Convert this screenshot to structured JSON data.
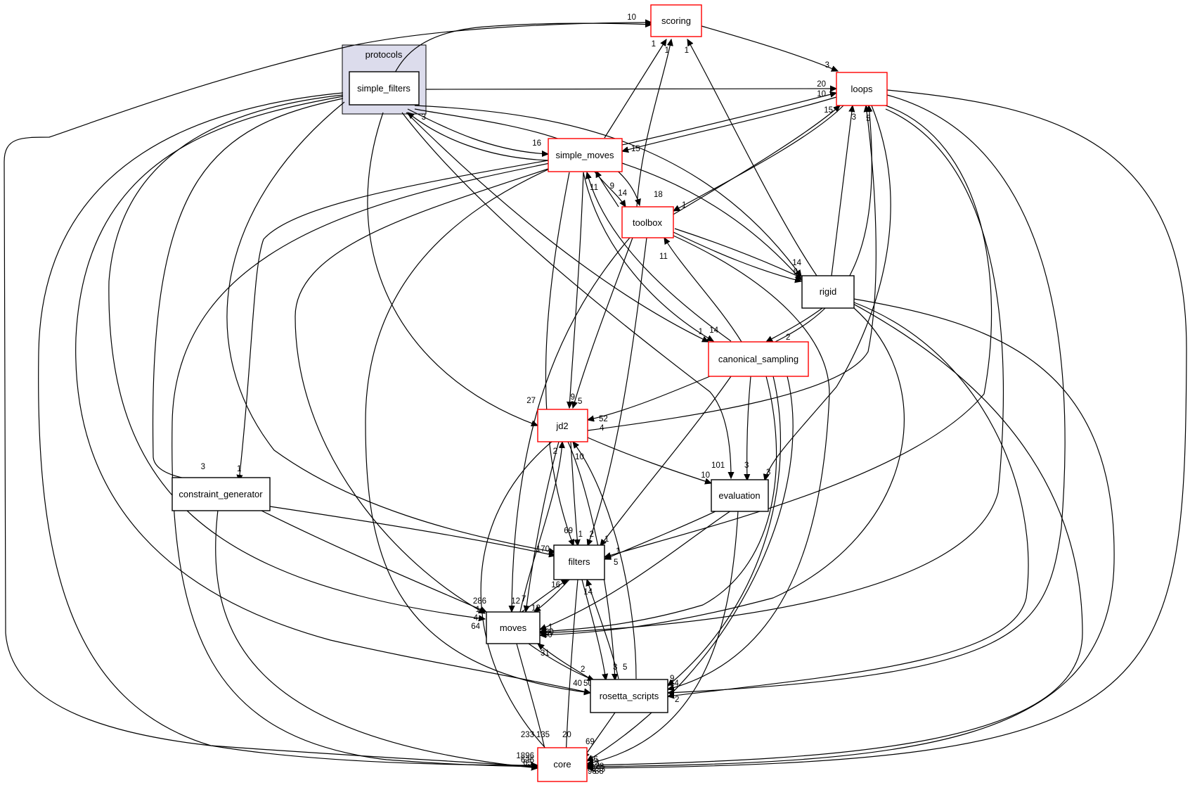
{
  "cluster": {
    "label": "protocols",
    "fill": "#dcdcec",
    "stroke": "#000000"
  },
  "colors": {
    "red_border": "#ff0000",
    "black_border": "#000000",
    "highlight_fill": "#eeeeff"
  },
  "nodes": [
    {
      "id": "simple_filters",
      "label": "simple_filters",
      "border": "black",
      "fill": "highlight"
    },
    {
      "id": "scoring",
      "label": "scoring",
      "border": "red"
    },
    {
      "id": "loops",
      "label": "loops",
      "border": "red"
    },
    {
      "id": "simple_moves",
      "label": "simple_moves",
      "border": "red"
    },
    {
      "id": "toolbox",
      "label": "toolbox",
      "border": "red"
    },
    {
      "id": "rigid",
      "label": "rigid",
      "border": "black"
    },
    {
      "id": "canonical_sampling",
      "label": "canonical_sampling",
      "border": "red"
    },
    {
      "id": "jd2",
      "label": "jd2",
      "border": "red"
    },
    {
      "id": "constraint_generator",
      "label": "constraint_generator",
      "border": "black"
    },
    {
      "id": "evaluation",
      "label": "evaluation",
      "border": "black"
    },
    {
      "id": "filters",
      "label": "filters",
      "border": "black"
    },
    {
      "id": "moves",
      "label": "moves",
      "border": "black"
    },
    {
      "id": "rosetta_scripts",
      "label": "rosetta_scripts",
      "border": "black"
    },
    {
      "id": "core",
      "label": "core",
      "border": "red"
    }
  ],
  "edge_labels": [
    {
      "id": "e-sf-scoring",
      "text": "10"
    },
    {
      "id": "e-sf-loops",
      "text": "20"
    },
    {
      "id": "e-sm-loops",
      "text": "10"
    },
    {
      "id": "e-tb-loops",
      "text": "15"
    },
    {
      "id": "e-scoring-loops",
      "text": "3"
    },
    {
      "id": "e-sf-simplemoves",
      "text": "16"
    },
    {
      "id": "e-sm-sf",
      "text": "3"
    },
    {
      "id": "e-loops-sm",
      "text": "15"
    },
    {
      "id": "e-sm-scoring",
      "text": "1"
    },
    {
      "id": "e-tb-scoring",
      "text": "1"
    },
    {
      "id": "e-rigid-scoring",
      "text": "1"
    },
    {
      "id": "e-sm-tb",
      "text": "14"
    },
    {
      "id": "e-tb-sm",
      "text": "9"
    },
    {
      "id": "e-cs-sm",
      "text": "11"
    },
    {
      "id": "e-sf-tb",
      "text": "18"
    },
    {
      "id": "e-loops-tb",
      "text": "1"
    },
    {
      "id": "e-sf-rigid",
      "text": "14"
    },
    {
      "id": "e-tb-rigid",
      "text": "6"
    },
    {
      "id": "e-rigid-loops",
      "text": "3"
    },
    {
      "id": "e-cs-loops",
      "text": "5"
    },
    {
      "id": "e-sm-cs",
      "text": "1"
    },
    {
      "id": "e-sf-cs",
      "text": "14"
    },
    {
      "id": "e-rigid-cs",
      "text": "2"
    },
    {
      "id": "e-cs-tb",
      "text": "11"
    },
    {
      "id": "e-sf-jd2",
      "text": "27"
    },
    {
      "id": "e-sm-jd2",
      "text": "9"
    },
    {
      "id": "e-tb-jd2",
      "text": "5"
    },
    {
      "id": "e-cs-jd2",
      "text": "52"
    },
    {
      "id": "e-loops-jd2",
      "text": "4"
    },
    {
      "id": "e-sf-cg",
      "text": "3"
    },
    {
      "id": "e-sm-cg",
      "text": "1"
    },
    {
      "id": "e-sf-eval",
      "text": "101"
    },
    {
      "id": "e-jd2-eval",
      "text": "10"
    },
    {
      "id": "e-cs-eval",
      "text": "3"
    },
    {
      "id": "e-loops-eval",
      "text": "3"
    },
    {
      "id": "e-rs-jd2",
      "text": "10"
    },
    {
      "id": "e-moves-jd2",
      "text": "2"
    },
    {
      "id": "e-sm-filters",
      "text": "69"
    },
    {
      "id": "e-tb-filters",
      "text": "1"
    },
    {
      "id": "e-jd2-filters",
      "text": "2"
    },
    {
      "id": "e-cs-filters",
      "text": "1"
    },
    {
      "id": "e-cg-filters",
      "text": "170"
    },
    {
      "id": "e-loops-filters",
      "text": "1"
    },
    {
      "id": "e-eval-filters",
      "text": "5"
    },
    {
      "id": "e-rs-filters",
      "text": "14"
    },
    {
      "id": "e-sf-moves",
      "text": "286"
    },
    {
      "id": "e-sm-moves",
      "text": "1"
    },
    {
      "id": "e-cg-moves",
      "text": "4"
    },
    {
      "id": "e-sf-moves2",
      "text": "64"
    },
    {
      "id": "e-tb-moves",
      "text": "12"
    },
    {
      "id": "e-jd2-moves",
      "text": "7"
    },
    {
      "id": "e-filters-moves",
      "text": "16"
    },
    {
      "id": "e-eval-moves",
      "text": "1"
    },
    {
      "id": "e-cs-moves",
      "text": "12"
    },
    {
      "id": "e-loops-moves",
      "text": "30"
    },
    {
      "id": "e-rs-moves",
      "text": "31"
    },
    {
      "id": "e-rigid-moves",
      "text": "60"
    },
    {
      "id": "e-moves-rs",
      "text": "2"
    },
    {
      "id": "e-filters-rs",
      "text": "3"
    },
    {
      "id": "e-jd2-rs",
      "text": "5"
    },
    {
      "id": "e-sf-rs",
      "text": "40"
    },
    {
      "id": "e-sm-rs",
      "text": "50"
    },
    {
      "id": "e-cs-rs",
      "text": "9"
    },
    {
      "id": "e-tb-rs",
      "text": "14"
    },
    {
      "id": "e-rigid-rs",
      "text": "1"
    },
    {
      "id": "e-loops-rs",
      "text": "2"
    },
    {
      "id": "e-moves-core",
      "text": "233"
    },
    {
      "id": "e-jd2-core",
      "text": "135"
    },
    {
      "id": "e-filters-core",
      "text": "20"
    },
    {
      "id": "e-rs-core",
      "text": "69"
    },
    {
      "id": "e-sf-core",
      "text": "1896"
    },
    {
      "id": "e-sm-core",
      "text": "626"
    },
    {
      "id": "e-cg-core",
      "text": "65"
    },
    {
      "id": "e-cs-core",
      "text": "86"
    },
    {
      "id": "e-tb-core",
      "text": "13"
    },
    {
      "id": "e-rigid-core",
      "text": "128"
    },
    {
      "id": "e-loops-core",
      "text": "153"
    },
    {
      "id": "e-eval-core",
      "text": "98"
    },
    {
      "id": "e-scoring-core",
      "text": "88"
    }
  ]
}
